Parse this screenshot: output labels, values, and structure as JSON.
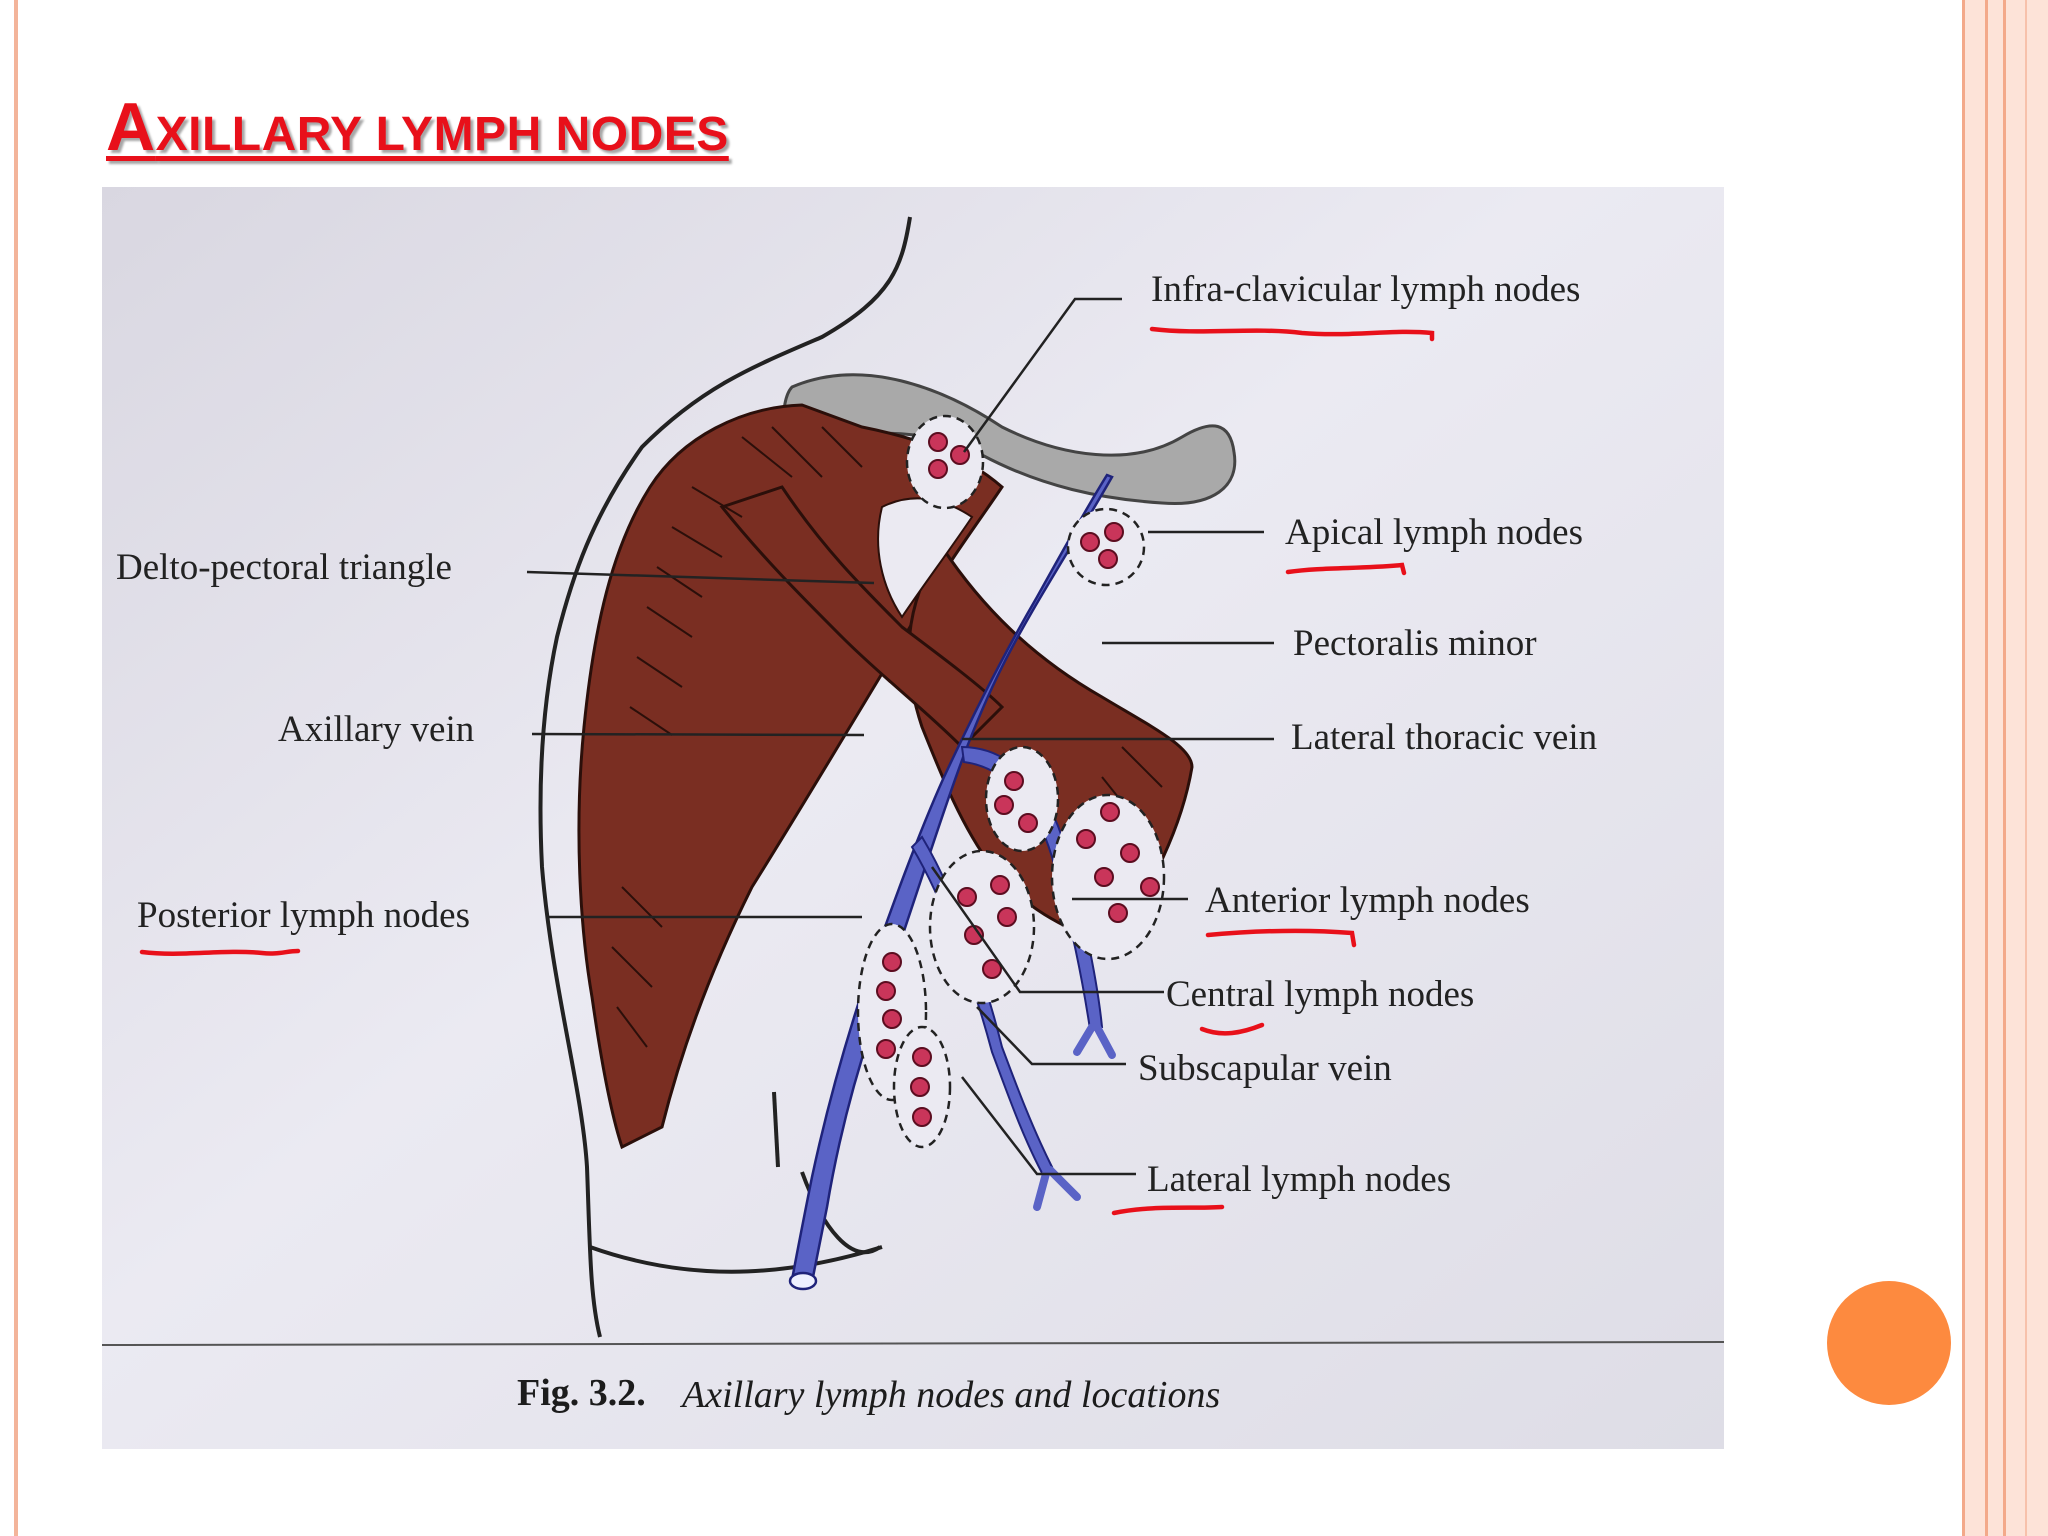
{
  "slide": {
    "title_initial": "A",
    "title_rest": "XILLARY LYMPH NODES",
    "accent_color": "#e8101a",
    "orange_dot_color": "#fd8a3f"
  },
  "figure": {
    "labels": {
      "infra_clavicular": "Infra-clavicular lymph nodes",
      "apical": "Apical lymph nodes",
      "delto_pectoral": "Delto-pectoral triangle",
      "pectoralis_minor": "Pectoralis  minor",
      "axillary_vein": "Axillary vein",
      "lateral_thoracic_vein": "Lateral thoracic vein",
      "posterior": "Posterior lymph nodes",
      "anterior": "Anterior lymph nodes",
      "central": "Central lymph nodes",
      "subscapular_vein": "Subscapular vein",
      "lateral": "Lateral lymph nodes"
    },
    "caption_number": "Fig. 3.2.",
    "caption_text": "Axillary lymph nodes and locations",
    "colors": {
      "muscle": "#7a2e22",
      "vein": "#5a63c6",
      "clavicle": "#a9a9a9",
      "node": "#c9355a",
      "paper": "#e6e5ee"
    }
  }
}
